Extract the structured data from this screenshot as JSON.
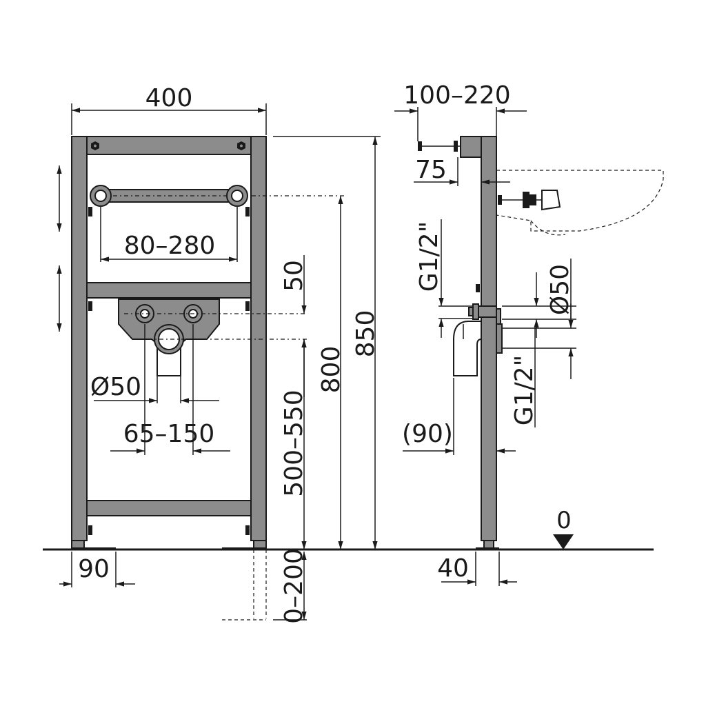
{
  "front_view": {
    "width": "400",
    "connection_spacing": "80–280",
    "height_50": "50",
    "height_800": "800",
    "height_850": "850",
    "drain_diameter": "Ø50",
    "outlet_spacing": "65–150",
    "drain_height": "500–550",
    "foot_width": "90",
    "foot_extension": "0–200"
  },
  "side_view": {
    "depth": "100–220",
    "offset_75": "75",
    "thread_top": "G1/2\"",
    "drain_diameter": "Ø50",
    "thread_bottom": "G1/2\"",
    "bend_depth": "(90)",
    "foot_depth": "40",
    "floor_level": "0"
  }
}
